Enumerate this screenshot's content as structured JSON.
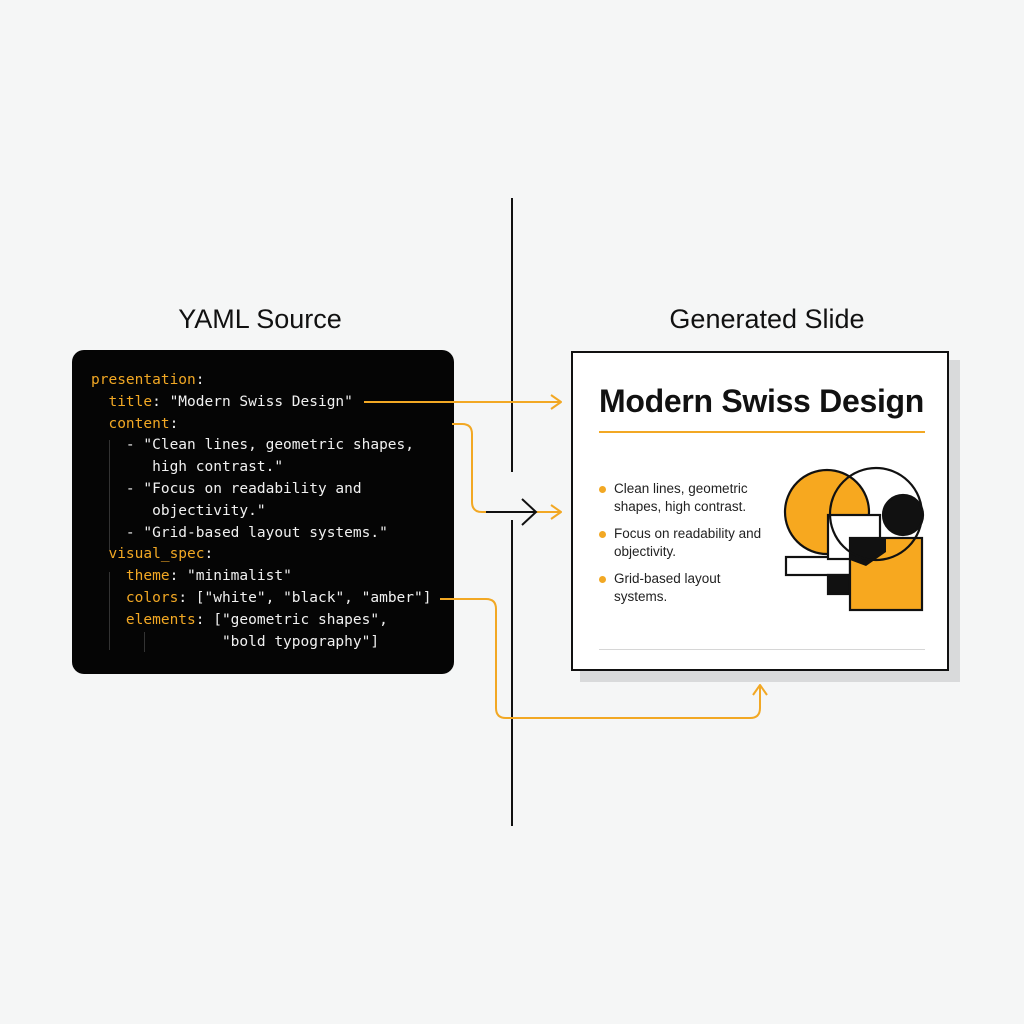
{
  "headings": {
    "left": "YAML Source",
    "right": "Generated Slide"
  },
  "yaml": {
    "lines": [
      {
        "key": "presentation",
        "rest": ":"
      },
      {
        "key": "  title",
        "rest": ": \"Modern Swiss Design\""
      },
      {
        "key": "  content",
        "rest": ":"
      },
      {
        "key": "",
        "rest": "    - \"Clean lines, geometric shapes,"
      },
      {
        "key": "",
        "rest": "       high contrast.\""
      },
      {
        "key": "",
        "rest": "    - \"Focus on readability and"
      },
      {
        "key": "",
        "rest": "       objectivity.\""
      },
      {
        "key": "",
        "rest": "    - \"Grid-based layout systems.\""
      },
      {
        "key": "  visual_spec",
        "rest": ":"
      },
      {
        "key": "    theme",
        "rest": ": \"minimalist\""
      },
      {
        "key": "    colors",
        "rest": ": [\"white\", \"black\", \"amber\"]"
      },
      {
        "key": "    elements",
        "rest": ": [\"geometric shapes\","
      },
      {
        "key": "",
        "rest": "               \"bold typography\"]"
      }
    ]
  },
  "slide": {
    "title": "Modern Swiss Design",
    "bullets": [
      "Clean lines, geometric shapes, high contrast.",
      "Focus on readability and objectivity.",
      "Grid-based layout systems."
    ]
  },
  "colors": {
    "accent": "#f2a824",
    "ink": "#111111",
    "code_bg": "#050505"
  }
}
